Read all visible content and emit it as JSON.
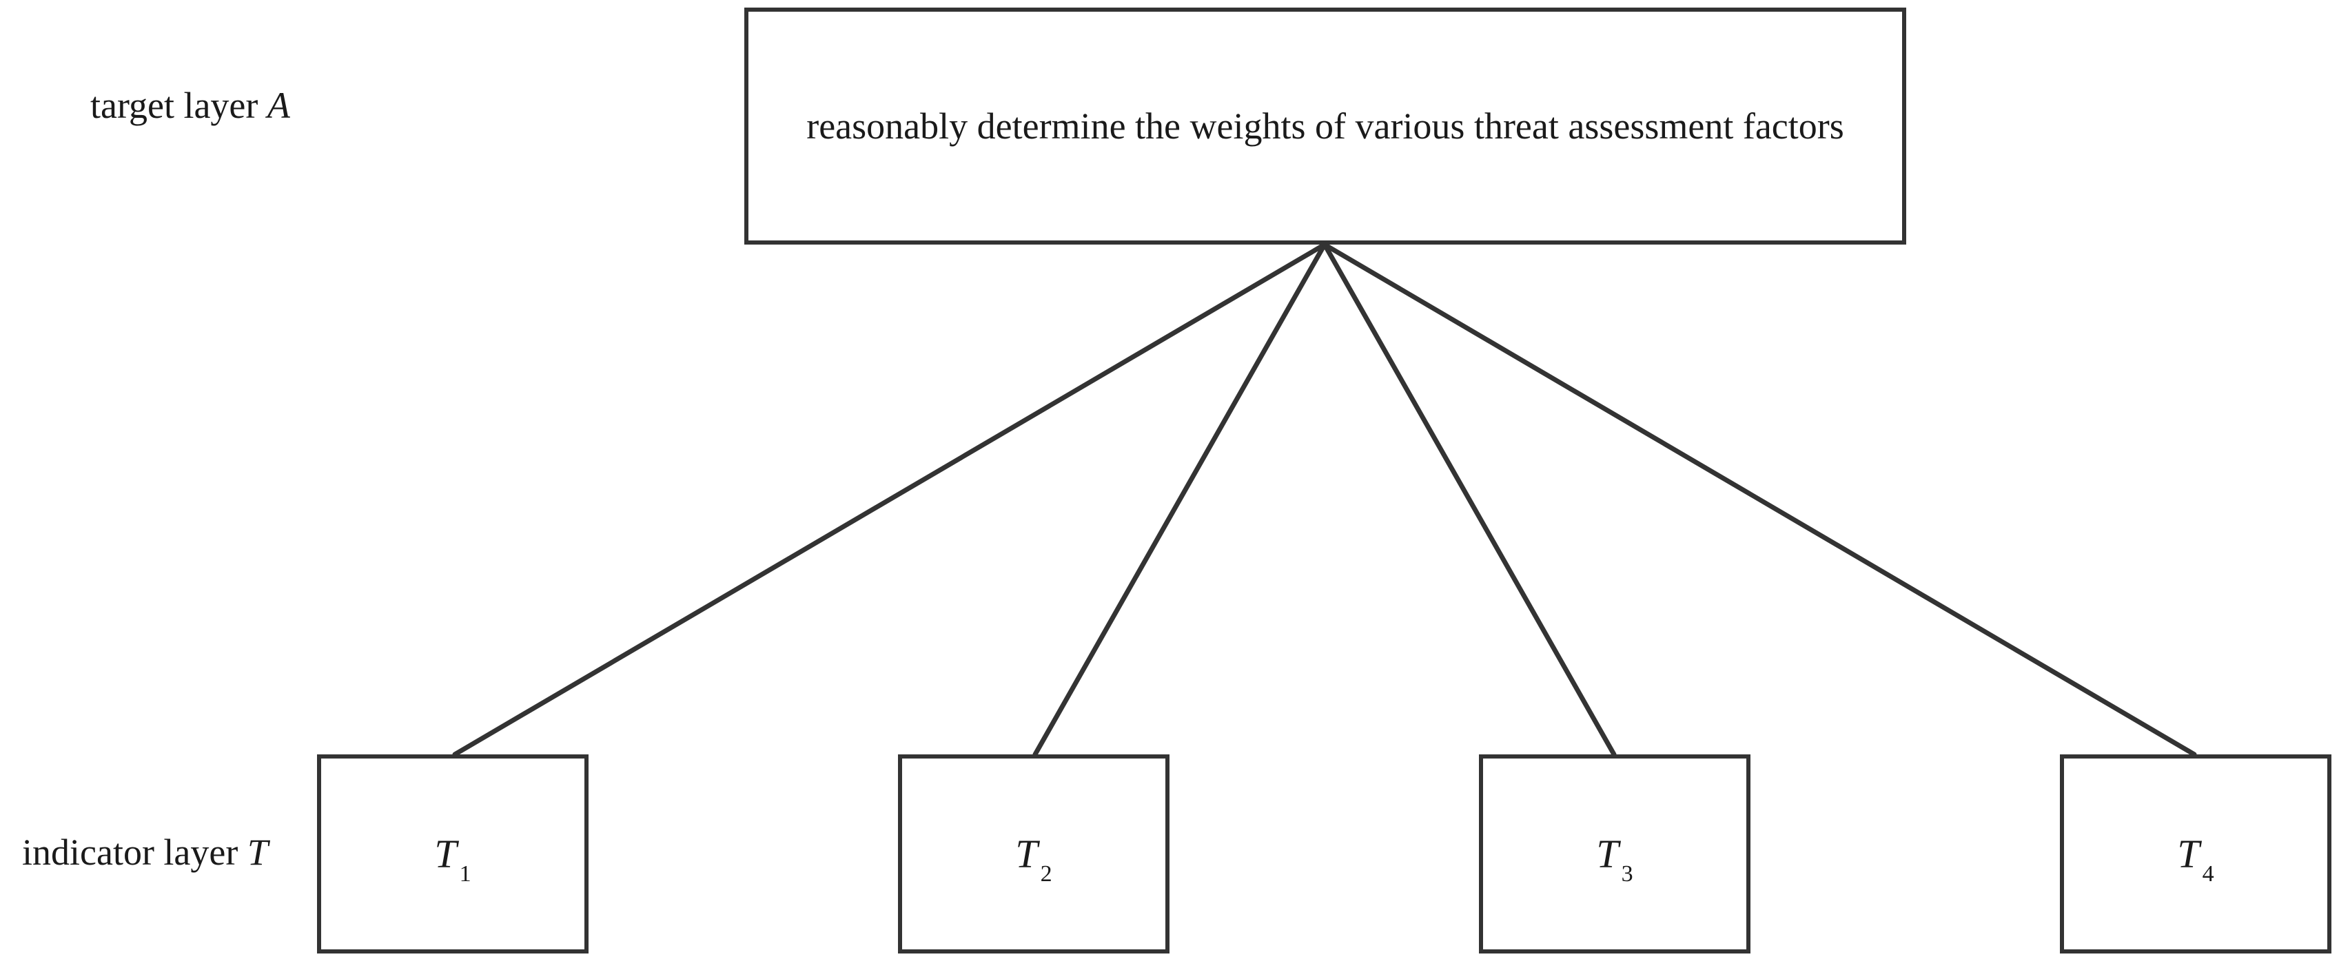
{
  "layers": {
    "target": {
      "text": "target layer ",
      "symbol": "A"
    },
    "indicator": {
      "text": "indicator layer ",
      "symbol": "T"
    }
  },
  "goal": {
    "text": "reasonably determine the weights of various threat assessment factors"
  },
  "indicators": [
    {
      "symbol": "T",
      "subscript": "1"
    },
    {
      "symbol": "T",
      "subscript": "2"
    },
    {
      "symbol": "T",
      "subscript": "3"
    },
    {
      "symbol": "T",
      "subscript": "4"
    }
  ],
  "colors": {
    "stroke": "#333333",
    "text": "#1a1a1a",
    "background": "#ffffff"
  }
}
